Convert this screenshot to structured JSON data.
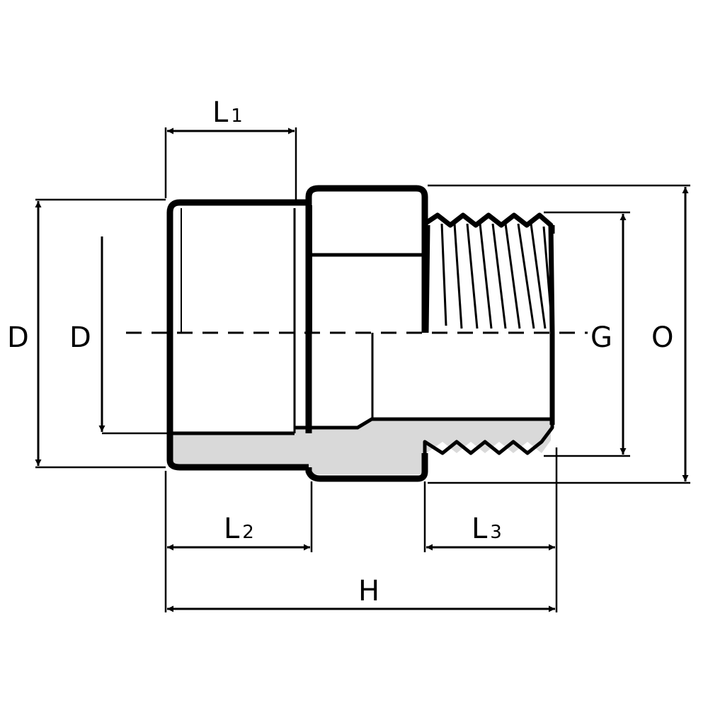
{
  "colors": {
    "stroke": "#000000",
    "background": "#ffffff",
    "section_fill": "#d9d9d9"
  },
  "labels": {
    "l1": {
      "main": "L",
      "sub": "1"
    },
    "l2": {
      "main": "L",
      "sub": "2"
    },
    "l3": {
      "main": "L",
      "sub": "3"
    },
    "h": "H",
    "d_outer": "D",
    "d_inner": "D",
    "g": "G",
    "o": "O"
  }
}
